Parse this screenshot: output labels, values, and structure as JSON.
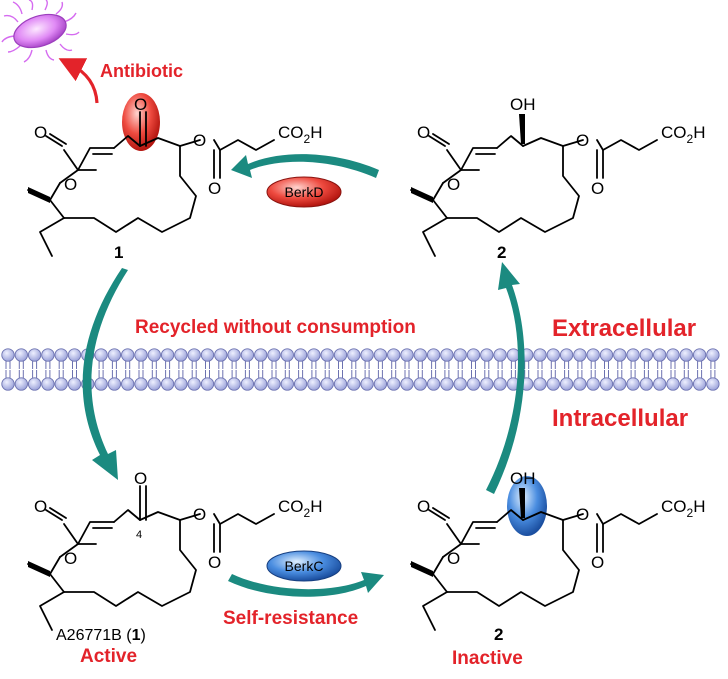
{
  "labels": {
    "antibiotic": "Antibiotic",
    "recycled": "Recycled without consumption",
    "extracellular": "Extracellular",
    "intracellular": "Intracellular",
    "self_resistance": "Self-resistance",
    "active": "Active",
    "inactive": "Inactive",
    "compound_name_prefix": "A26771B (",
    "compound_name_num": "1",
    "compound_name_suffix": ")"
  },
  "enzymes": {
    "berkD": "BerkD",
    "berkC": "BerkC"
  },
  "compound_numbers": {
    "top_left": "1",
    "top_right": "2",
    "bottom_right": "2"
  },
  "atoms": {
    "O": "O",
    "OH": "OH",
    "CO2H_main": "CO",
    "CO2H_sub": "2",
    "CO2H_tail": "H",
    "c4": "4"
  },
  "colors": {
    "red": "#e3232a",
    "teal": "#1b8a80",
    "membrane": "#b9bde6",
    "membrane_edge": "#6c72b0",
    "blue_highlight": "#3a78d6",
    "red_highlight": "#e0342f",
    "bacterium": "#d56bf0"
  }
}
